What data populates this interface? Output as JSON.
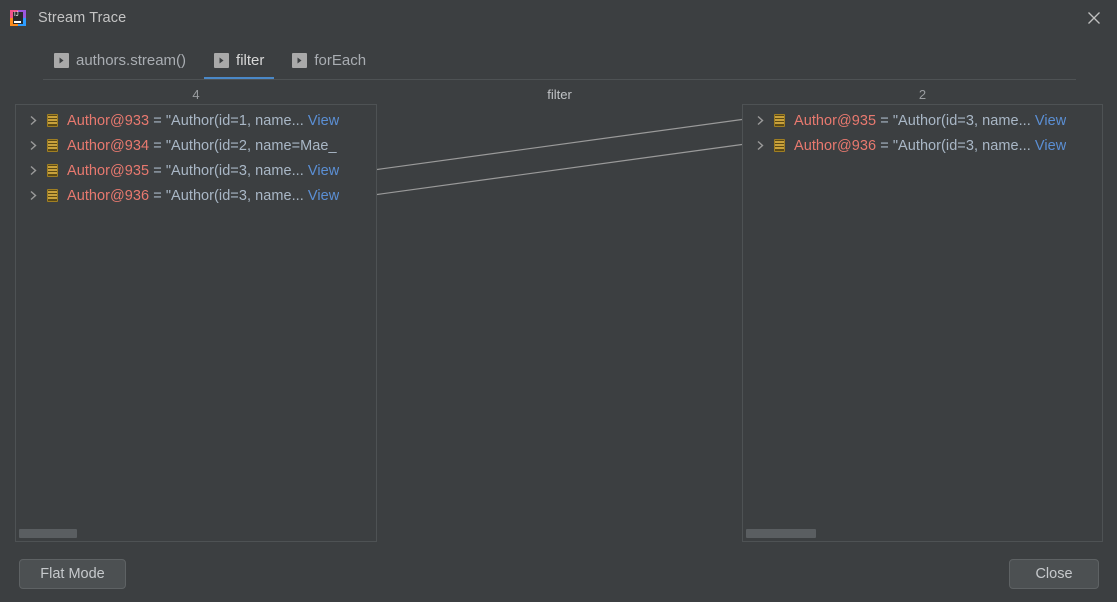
{
  "window": {
    "title": "Stream Trace",
    "app_icon": "intellij-idea-icon",
    "close_icon": "close-icon",
    "background": "#3c3f41",
    "accent": "#4a88c7"
  },
  "tabs": {
    "items": [
      {
        "label": "authors.stream()",
        "icon": "run-arrow-icon",
        "active": false
      },
      {
        "label": "filter",
        "icon": "run-arrow-icon",
        "active": true
      },
      {
        "label": "forEach",
        "icon": "run-arrow-icon",
        "active": false
      }
    ]
  },
  "header": {
    "left_count": "4",
    "operation_label": "filter",
    "right_count": "2"
  },
  "panels": {
    "left": {
      "name": "before-panel",
      "rows": [
        {
          "chevron": "chevron-right-icon",
          "icon": "array-icon",
          "ref": "Author@933",
          "eq": " = ",
          "value": "\"Author(id=1, name...",
          "view": "View"
        },
        {
          "chevron": "chevron-right-icon",
          "icon": "array-icon",
          "ref": "Author@934",
          "eq": " = ",
          "value": "\"Author(id=2, name=Mae_",
          "view": ""
        },
        {
          "chevron": "chevron-right-icon",
          "icon": "array-icon",
          "ref": "Author@935",
          "eq": " = ",
          "value": "\"Author(id=3, name...",
          "view": "View"
        },
        {
          "chevron": "chevron-right-icon",
          "icon": "array-icon",
          "ref": "Author@936",
          "eq": " = ",
          "value": "\"Author(id=3, name...",
          "view": "View"
        }
      ],
      "scrollbar": "horizontal-scrollbar"
    },
    "right": {
      "name": "after-panel",
      "rows": [
        {
          "chevron": "chevron-right-icon",
          "icon": "array-icon",
          "ref": "Author@935",
          "eq": " = ",
          "value": "\"Author(id=3, name...",
          "view": "View"
        },
        {
          "chevron": "chevron-right-icon",
          "icon": "array-icon",
          "ref": "Author@936",
          "eq": " = ",
          "value": "\"Author(id=3, name...",
          "view": "View"
        }
      ],
      "scrollbar": "horizontal-scrollbar"
    }
  },
  "links": [
    {
      "from_row": 2,
      "to_row": 0
    },
    {
      "from_row": 3,
      "to_row": 1
    }
  ],
  "footer": {
    "flat_mode_label": "Flat Mode",
    "close_label": "Close"
  },
  "colors": {
    "reference": "#e8796f",
    "value": "#a9b7c6",
    "link": "#5b8fd4",
    "array_icon": "#c8a13c",
    "panel_border": "#4e5254",
    "connector": "#9a9a9a"
  }
}
